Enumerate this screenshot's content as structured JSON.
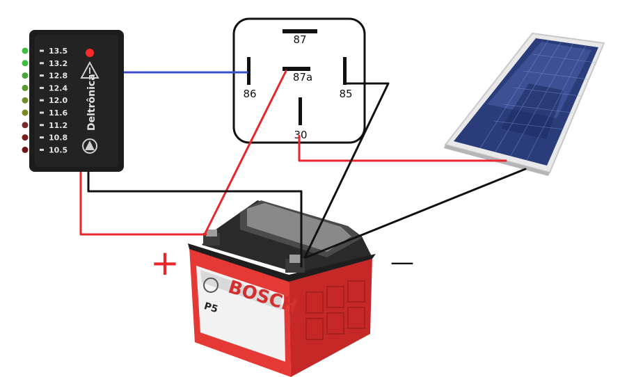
{
  "monitor": {
    "brand": "Deltrônica",
    "levels": [
      "13.5",
      "13.2",
      "12.8",
      "12.4",
      "12.0",
      "11.6",
      "11.2",
      "10.8",
      "10.5"
    ],
    "led_colors": [
      "#3fbf3f",
      "#3fbf3f",
      "#4aa83a",
      "#5c9a2e",
      "#6f8f28",
      "#7e8a20",
      "#7a2a2a",
      "#7a1e1e",
      "#6e1414"
    ]
  },
  "relay": {
    "pins": {
      "p87": "87",
      "p87a": "87a",
      "p86": "86",
      "p85": "85",
      "p30": "30"
    }
  },
  "battery": {
    "brand": "BOSCH",
    "model": "P5",
    "positive_symbol": "+",
    "negative_symbol": "—"
  },
  "colors": {
    "positive_wire": "#e8262c",
    "negative_wire": "#111111",
    "signal_wire": "#3c4fc4",
    "battery_red": "#e53935",
    "monitor_body": "#1c1c1c"
  }
}
